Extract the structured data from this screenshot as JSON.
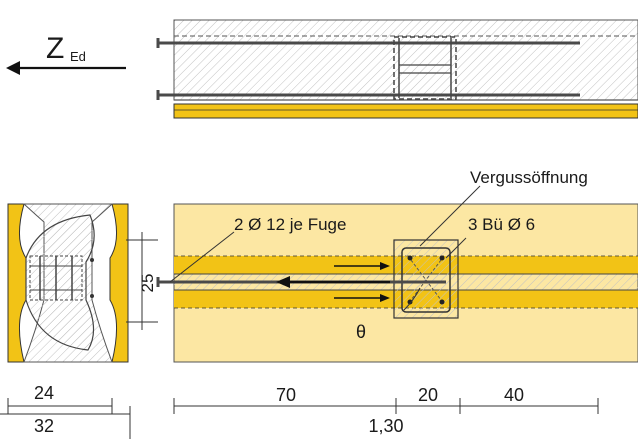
{
  "force": {
    "symbol": "Z",
    "subscript": "Ed"
  },
  "labels": {
    "opening": "Vergussöffnung",
    "bars": "2 Ø 12 je Fuge",
    "stirrups": "3 Bü Ø 6",
    "angle": "θ",
    "height": "25"
  },
  "dimensions": {
    "cross_section": [
      "24",
      "32"
    ],
    "plan": [
      "70",
      "20",
      "40"
    ],
    "total": "1,30"
  },
  "colors": {
    "concrete_yellow": "#fce7a3",
    "edge_yellow": "#f2c316",
    "hatch": "#bdbdbd",
    "steel": "#4a4a4a",
    "line": "#222222"
  }
}
